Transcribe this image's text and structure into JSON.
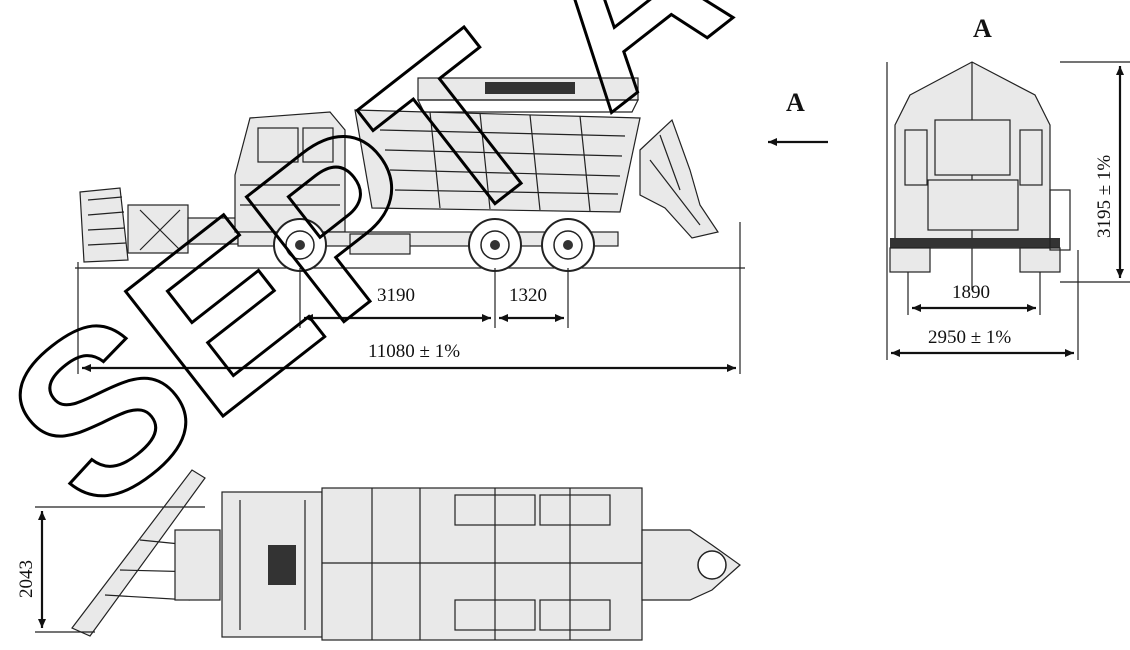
{
  "watermark": "SEPT AC",
  "side_view": {
    "dim_wheelbase_1": "3190",
    "dim_wheelbase_2": "1320",
    "dim_overall_length": "11080 ± 1%",
    "view_arrow_label": "A"
  },
  "rear_view": {
    "title": "A",
    "dim_track": "1890",
    "dim_width": "2950 ± 1%",
    "dim_height": "3195 ± 1%"
  },
  "top_view": {
    "dim_blade_width": "2043"
  }
}
